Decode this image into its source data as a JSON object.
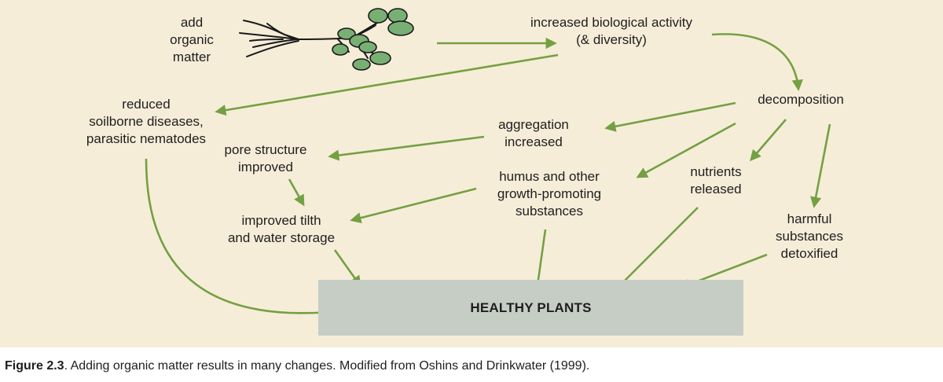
{
  "colors": {
    "background": "#f6edd9",
    "arrow": "#74a043",
    "box": "#c6cdc5",
    "leaf": "#78b074",
    "text": "#1e1e1e"
  },
  "nodes": {
    "add_organic_matter": [
      "add",
      "organic",
      "matter"
    ],
    "biological_activity": [
      "increased biological activity",
      "(& diversity)"
    ],
    "decomposition": [
      "decomposition"
    ],
    "reduced_diseases": [
      "reduced",
      "soilborne  diseases,",
      "parasitic nematodes"
    ],
    "aggregation": [
      "aggregation",
      "increased"
    ],
    "pore_structure": [
      "pore structure",
      "improved"
    ],
    "humus": [
      "humus and other",
      "growth-promoting",
      "substances"
    ],
    "nutrients": [
      "nutrients",
      "released"
    ],
    "tilth": [
      "improved tilth",
      "and water storage"
    ],
    "harmful": [
      "harmful",
      "substances",
      "detoxified"
    ]
  },
  "healthy_plants": "HEALTHY PLANTS",
  "caption": {
    "label": "Figure 2.3",
    "text": ". Adding organic matter results in many changes. Modified from Oshins and Drinkwater (1999)."
  },
  "icons": {
    "plant": "plant-with-roots-icon"
  }
}
